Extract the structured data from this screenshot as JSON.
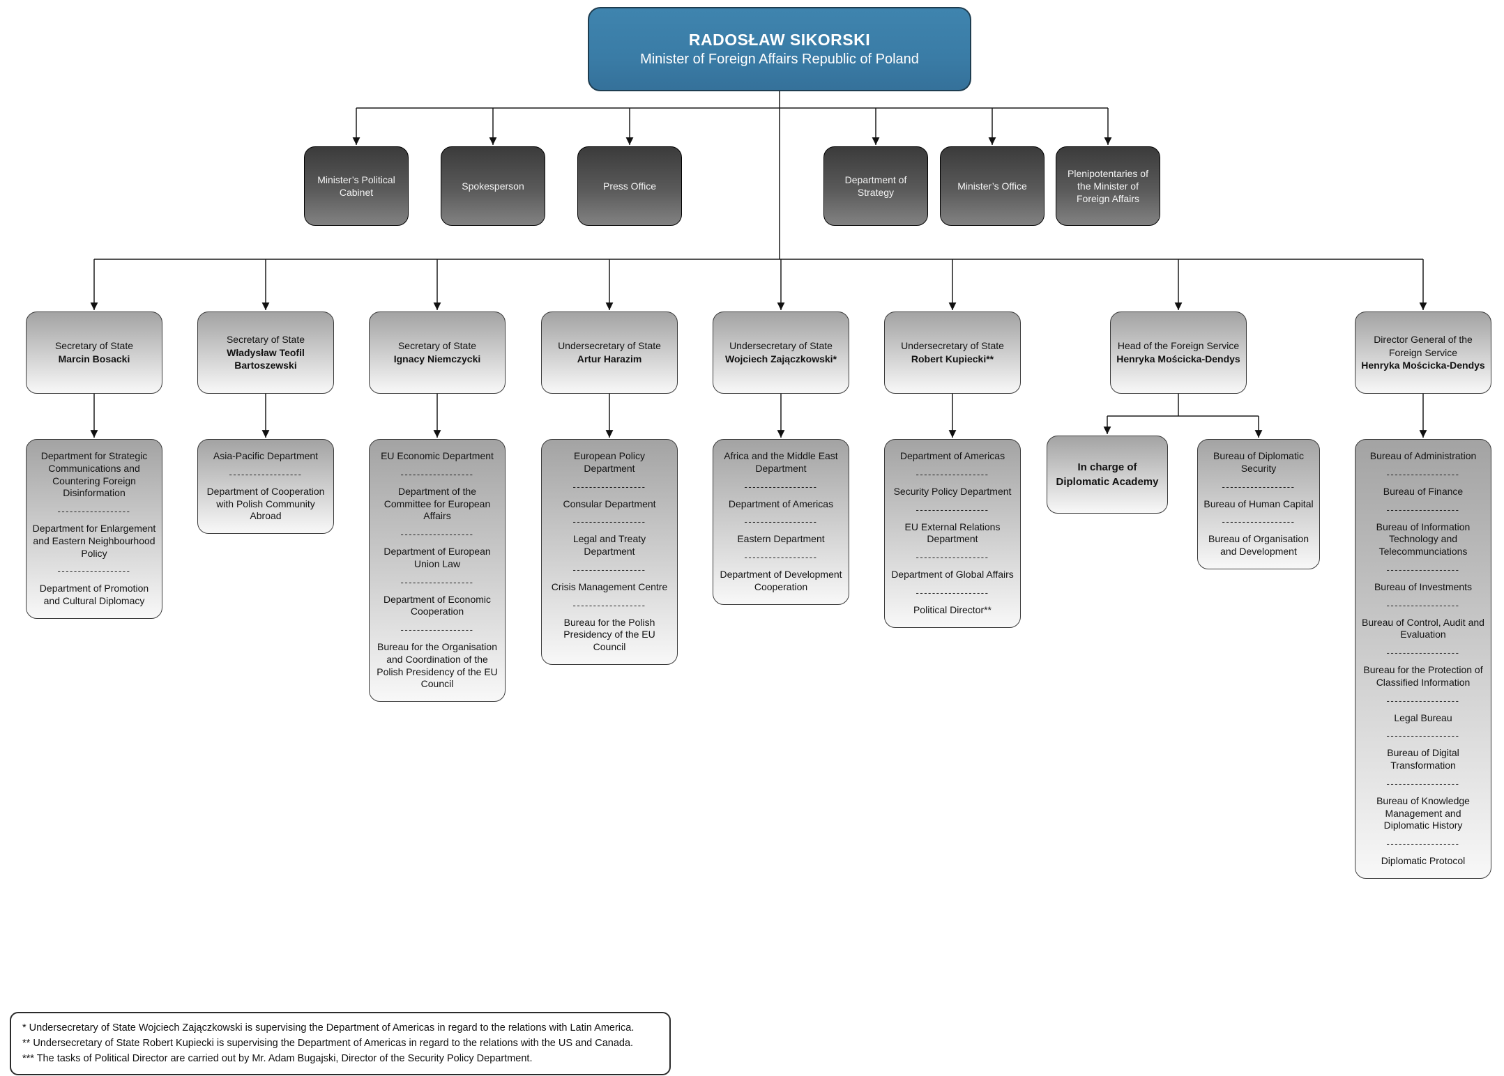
{
  "org": {
    "divider_text": "------------------",
    "minister": {
      "name": "RADOSŁAW SIKORSKI",
      "title": "Minister of Foreign Affairs Republic of Poland"
    },
    "direct_units": [
      "Minister’s Political Cabinet",
      "Spokesperson",
      "Press Office",
      "Department of Strategy",
      "Minister’s Office",
      "Plenipotentaries of the Minister of Foreign Affairs"
    ],
    "officials": [
      {
        "role": "Secretary of State",
        "name": "Marcin Bosacki",
        "departments": [
          "Department for Strategic Communications and Countering Foreign Disinformation",
          "Department for Enlargement and Eastern Neighbourhood Policy",
          "Department of Promotion and Cultural Diplomacy"
        ]
      },
      {
        "role": "Secretary of State",
        "name": "Władysław Teofil Bartoszewski",
        "departments": [
          "Asia-Pacific Department",
          "Department of Cooperation with Polish Community Abroad"
        ]
      },
      {
        "role": "Secretary of State",
        "name": "Ignacy Niemczycki",
        "departments": [
          "EU Economic Department",
          "Department of the Committee for European Affairs",
          "Department of European Union Law",
          "Department of Economic Cooperation",
          "Bureau for the Organisation and Coordination of the Polish Presidency of the EU Council"
        ]
      },
      {
        "role": "Undersecretary of State",
        "name": "Artur Harazim",
        "departments": [
          "European Policy Department",
          "Consular Department",
          "Legal and Treaty Department",
          "Crisis Management Centre",
          "Bureau for the Polish Presidency of the EU Council"
        ]
      },
      {
        "role": "Undersecretary of State",
        "name": "Wojciech Zajączkowski*",
        "departments": [
          "Africa and the Middle East Department",
          "Department of Americas",
          "Eastern Department",
          "Department of Development Cooperation"
        ]
      },
      {
        "role": "Undersecretary of State",
        "name": "Robert Kupiecki**",
        "departments": [
          "Department of Americas",
          "Security Policy Department",
          "EU External Relations Department",
          "Department of Global Affairs",
          "Political Director**"
        ]
      },
      {
        "role": "Head of the Foreign Service",
        "name": "Henryka Mościcka-Dendys",
        "academy_label": "In charge of Diplomatic Academy",
        "departments": [
          "Bureau of Diplomatic Security",
          "Bureau of Human Capital",
          "Bureau of Organisation and Development"
        ]
      },
      {
        "role": "Director General of the Foreign Service",
        "name": "Henryka Mościcka-Dendys",
        "departments": [
          "Bureau of Administration",
          "Bureau of Finance",
          "Bureau of Information Technology and Telecommunciations",
          "Bureau of Investments",
          "Bureau of Control, Audit and Evaluation",
          "Bureau for the Protection of Classified Information",
          "Legal Bureau",
          "Bureau of Digital Transformation",
          "Bureau of Knowledge Management and Diplomatic History",
          "Diplomatic Protocol"
        ]
      }
    ],
    "footnotes": [
      "* Undersecretary of State Wojciech Zajączkowski is supervising the Department of Americas in regard to the relations with Latin America.",
      "** Undersecretary of State Robert Kupiecki is supervising the Department of Americas in regard to the relations with the US and Canada.",
      "*** The tasks of Political Director are carried out by Mr. Adam Bugajski, Director of the Security Policy Department."
    ]
  },
  "colors": {
    "minister_box_blue": "#3A7CA6",
    "dark_box_gray": "#3B3B3B",
    "light_box_gray": "#A3A3A3",
    "line_color": "#111111"
  }
}
